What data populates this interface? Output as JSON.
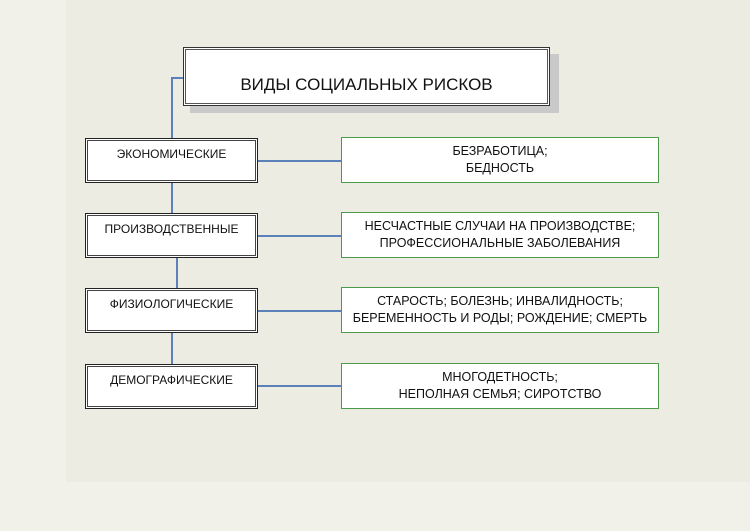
{
  "diagram": {
    "title": "ВИДЫ СОЦИАЛЬНЫХ РИСКОВ",
    "colors": {
      "background": "#f1f1ea",
      "connector": "#5b82b8",
      "category_border": "#222222",
      "description_border": "#4a9a4a"
    },
    "rows": [
      {
        "category": "ЭКОНОМИЧЕСКИЕ",
        "description": [
          "БЕЗРАБОТИЦА;",
          "БЕДНОСТЬ"
        ]
      },
      {
        "category": "ПРОИЗВОДСТВЕННЫЕ",
        "description": [
          "НЕСЧАСТНЫЕ СЛУЧАИ НА ПРОИЗВОДСТВЕ;",
          "ПРОФЕССИОНАЛЬНЫЕ ЗАБОЛЕВАНИЯ"
        ]
      },
      {
        "category": "ФИЗИОЛОГИЧЕСКИЕ",
        "description": [
          "СТАРОСТЬ; БОЛЕЗНЬ; ИНВАЛИДНОСТЬ;",
          "БЕРЕМЕННОСТЬ И РОДЫ; РОЖДЕНИЕ; СМЕРТЬ"
        ]
      },
      {
        "category": "ДЕМОГРАФИЧЕСКИЕ",
        "description": [
          "МНОГОДЕТНОСТЬ;",
          "НЕПОЛНАЯ СЕМЬЯ; СИРОТСТВО"
        ]
      }
    ]
  }
}
